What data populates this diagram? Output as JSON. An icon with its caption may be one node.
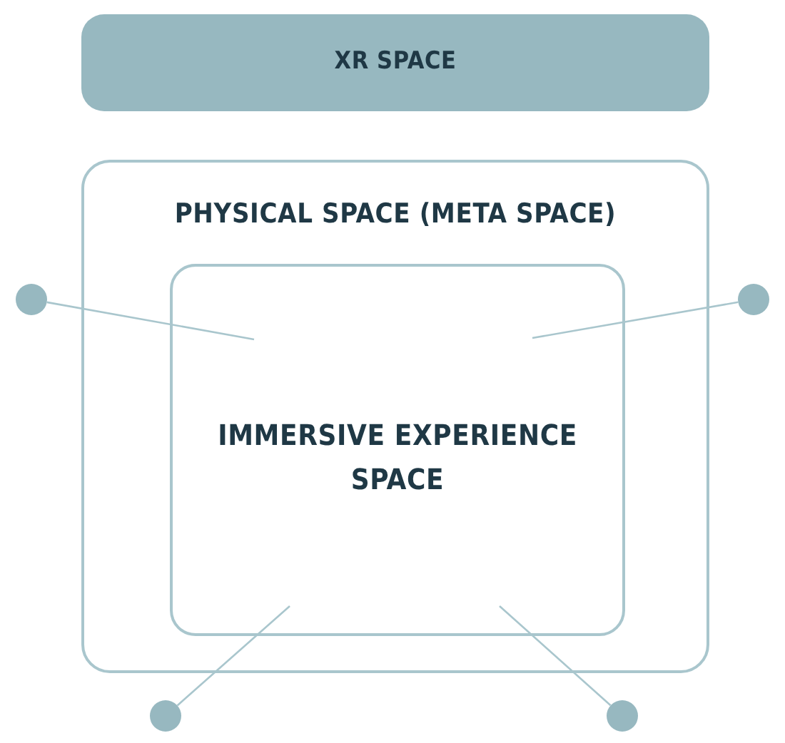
{
  "diagram": {
    "nodes": [
      {
        "text": [
          "XR SPACE"
        ]
      },
      {
        "text": [
          "PHYSICAL SPACE (META SPACE)"
        ]
      },
      {
        "text": [
          "IMMERSIVE EXPERIENCE SPACE"
        ],
        "in": 1
      },
      {
        "text": [],
        "shape": "circle"
      },
      {
        "text": [],
        "shape": "circle"
      },
      {
        "text": [],
        "shape": "circle"
      },
      {
        "text": [],
        "shape": "circle"
      }
    ],
    "edges": [
      {
        "from": 3,
        "to": 2,
        "arrow": "none"
      },
      {
        "from": 4,
        "to": 2,
        "arrow": "none"
      },
      {
        "from": 5,
        "to": 2,
        "arrow": "none"
      },
      {
        "from": 6,
        "to": 2,
        "arrow": "none"
      }
    ]
  }
}
